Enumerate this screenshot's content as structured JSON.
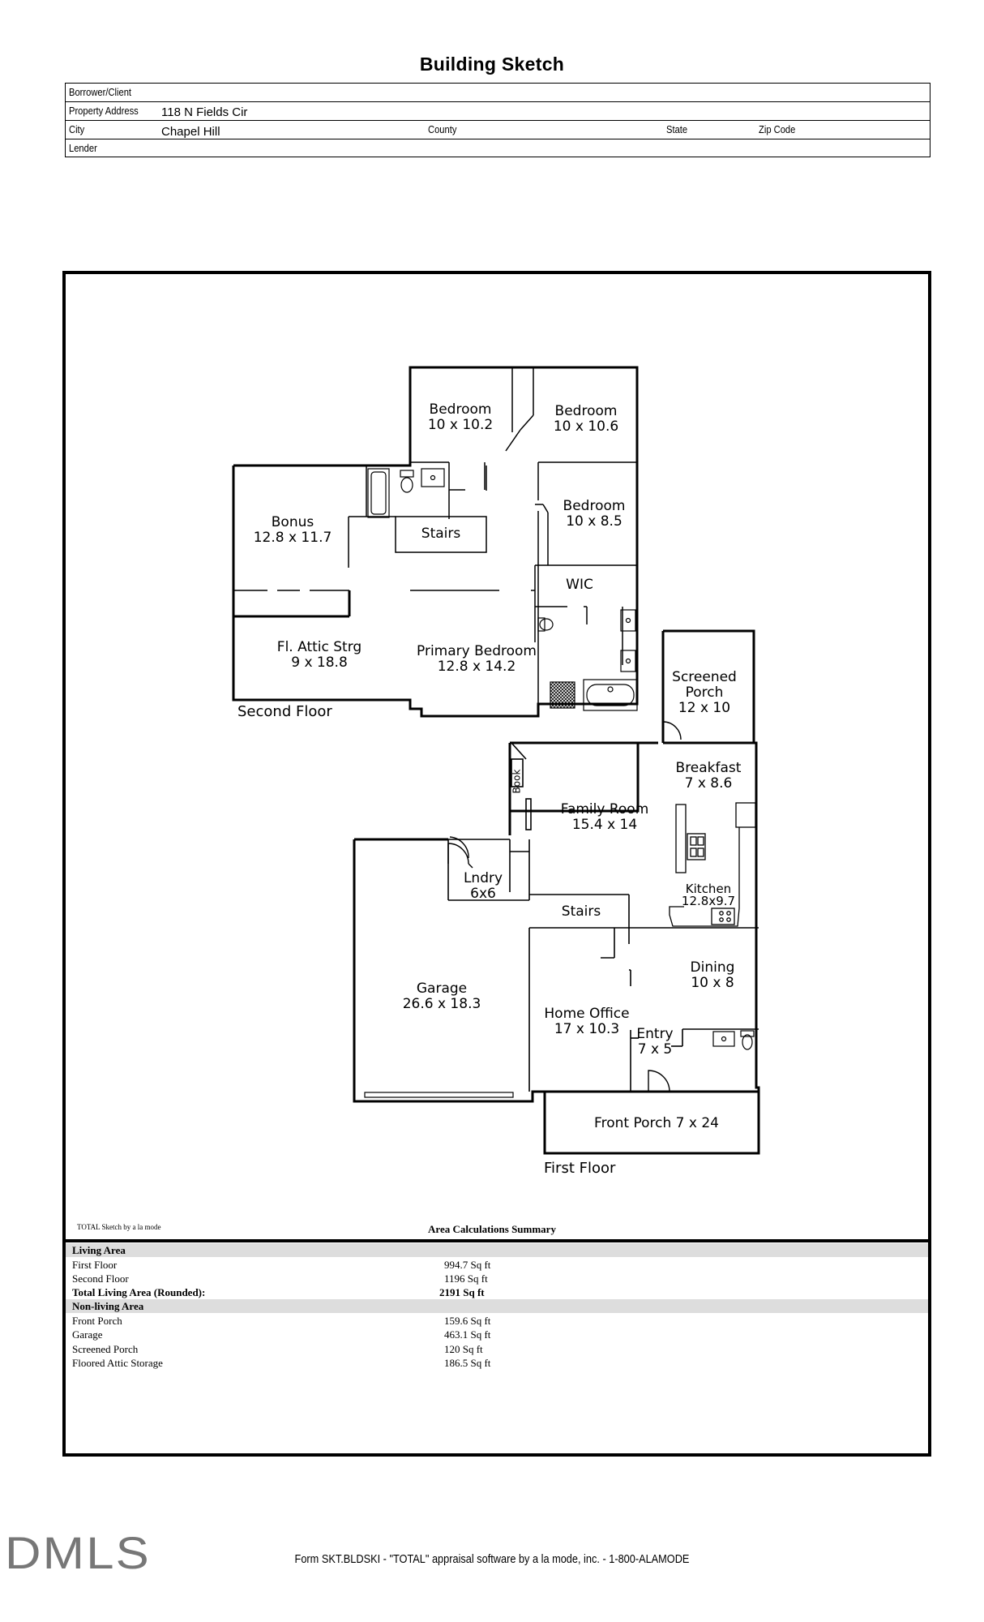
{
  "title": "Building Sketch",
  "header": {
    "borrower_label": "Borrower/Client",
    "borrower_value": "",
    "address_label": "Property Address",
    "address_value": "118 N Fields Cir",
    "city_label": "City",
    "city_value": "Chapel Hill",
    "county_label": "County",
    "county_value": "",
    "state_label": "State",
    "state_value": "",
    "zip_label": "Zip Code",
    "zip_value": "",
    "lender_label": "Lender",
    "lender_value": ""
  },
  "rooms": {
    "bedroom1": {
      "name": "Bedroom",
      "dims": "10 x 10.2"
    },
    "bedroom2": {
      "name": "Bedroom",
      "dims": "10 x 10.6"
    },
    "bedroom3": {
      "name": "Bedroom",
      "dims": "10 x 8.5"
    },
    "bonus": {
      "name": "Bonus",
      "dims": "12.8 x 11.7"
    },
    "stairs_upper": {
      "name": "Stairs"
    },
    "wic": {
      "name": "WIC"
    },
    "attic": {
      "name": "Fl. Attic Strg",
      "dims": "9 x 18.8"
    },
    "primary": {
      "name": "Primary Bedroom",
      "dims": "12.8 x 14.2"
    },
    "screened": {
      "name": "Screened",
      "name2": "Porch",
      "dims": "12 x 10"
    },
    "breakfast": {
      "name": "Breakfast",
      "dims": "7 x 8.6"
    },
    "book": {
      "name": "Book"
    },
    "family": {
      "name": "Family Room",
      "dims": "15.4 x 14"
    },
    "laundry": {
      "name": "Lndry",
      "dims": "6x6"
    },
    "kitchen": {
      "name": "Kitchen",
      "dims": "12.8x9.7"
    },
    "stairs_lower": {
      "name": "Stairs"
    },
    "garage": {
      "name": "Garage",
      "dims": "26.6 x 18.3"
    },
    "dining": {
      "name": "Dining",
      "dims": "10 x 8"
    },
    "office": {
      "name": "Home Office",
      "dims": "17 x 10.3"
    },
    "entry": {
      "name": "Entry",
      "dims": "7 x 5"
    },
    "front_porch": {
      "name": "Front Porch 7 x 24"
    }
  },
  "floors": {
    "second": "Second Floor",
    "first": "First Floor"
  },
  "sketch_credit": "TOTAL Sketch by a la mode",
  "area_summary": {
    "title": "Area Calculations Summary",
    "living_header": "Living Area",
    "living": [
      {
        "label": "First Floor",
        "value": "994.7 Sq ft"
      },
      {
        "label": "Second Floor",
        "value": "1196 Sq ft"
      }
    ],
    "total_label": "Total Living Area (Rounded):",
    "total_value": "2191 Sq ft",
    "nonliving_header": "Non-living Area",
    "nonliving": [
      {
        "label": "Front Porch",
        "value": "159.6 Sq ft"
      },
      {
        "label": "Garage",
        "value": "463.1 Sq ft"
      },
      {
        "label": "Screened Porch",
        "value": "120 Sq ft"
      },
      {
        "label": "Floored Attic Storage",
        "value": "186.5 Sq ft"
      }
    ]
  },
  "logo": "DMLS",
  "footer": "Form SKT.BLDSKI - \"TOTAL\" appraisal software by a la mode, inc. - 1-800-ALAMODE"
}
